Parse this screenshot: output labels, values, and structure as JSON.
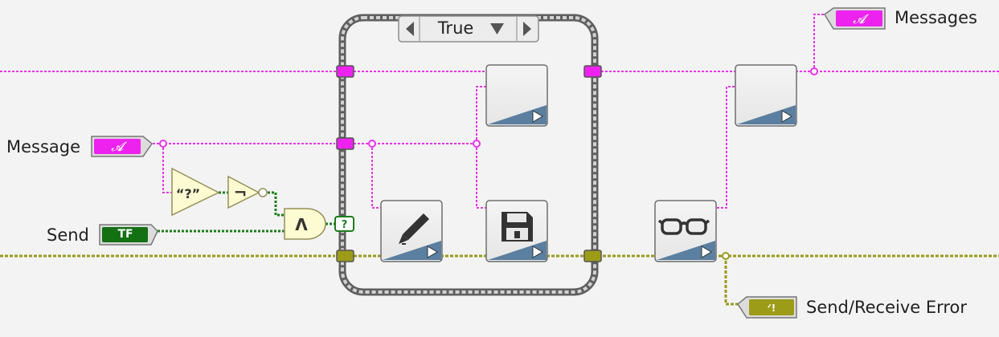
{
  "labels": {
    "message": "Message",
    "send": "Send",
    "messages": "Messages",
    "send_receive_error": "Send/Receive Error"
  },
  "case_structure": {
    "selector_value": "True"
  },
  "nodes": {
    "send_constant": "TF",
    "empty_string_symbol": "“?”",
    "not_symbol": "¬",
    "and_symbol": "Λ",
    "case_selector_symbol": "?",
    "string_symbol": "𝓐"
  },
  "icons": {
    "vi_1": "blank-vi-icon",
    "vi_2": "pencil-write-icon",
    "vi_3": "floppy-disk-save-icon",
    "vi_4": "blank-vi-icon",
    "vi_5": "glasses-read-icon"
  },
  "colors": {
    "string_wire": "#e933e9",
    "boolean_wire": "#1c7c1c",
    "error_wire": "#9a9a1e",
    "string_terminal": "#ee22ee",
    "boolean_terminal": "#137013",
    "error_terminal": "#9c9c18",
    "primitive_fill": "#fdfbd1",
    "primitive_border": "#96905a",
    "case_frame": "#7a7a7a",
    "vi_banner": "#5a7fa0"
  }
}
